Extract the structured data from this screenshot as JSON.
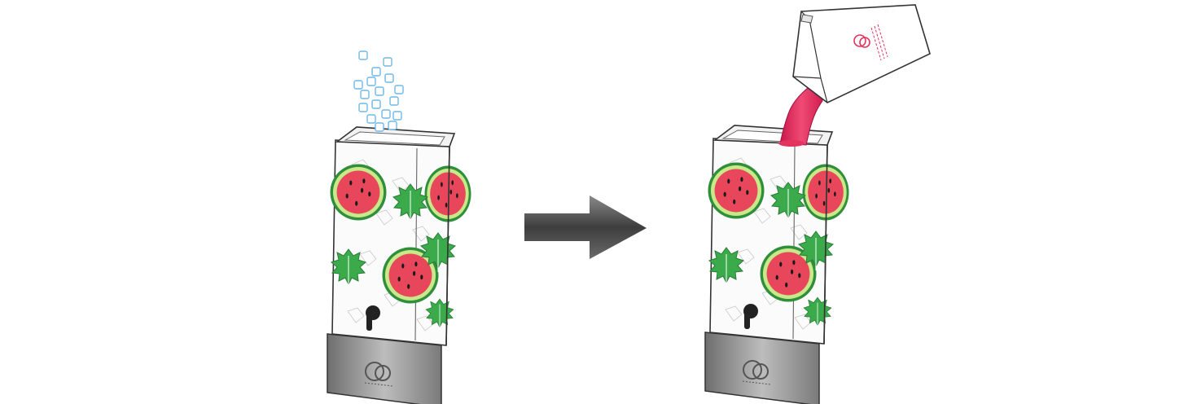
{
  "diagram": {
    "steps": [
      {
        "name": "add-ice",
        "dispenser": {
          "brand_mark": "Q"
        }
      },
      {
        "name": "pour-mix",
        "dispenser": {
          "brand_mark": "Q"
        },
        "mix_container": {
          "brand_mark": "Q"
        }
      }
    ],
    "arrow": {
      "direction": "right"
    },
    "colors": {
      "glass_outline": "#333333",
      "watermelon_flesh": "#e8465a",
      "watermelon_rind": "#7fc45a",
      "mint": "#3aaa4b",
      "ice": "#6fb8e8",
      "pour": "#e3325c",
      "base": "#9a9a9a",
      "arrow": "#4a4a4a"
    },
    "icons": [
      "ice-cubes-icon",
      "watermelon-slice-icon",
      "mint-leaves-icon",
      "spigot-icon",
      "mix-carton-icon",
      "right-arrow-icon"
    ]
  }
}
